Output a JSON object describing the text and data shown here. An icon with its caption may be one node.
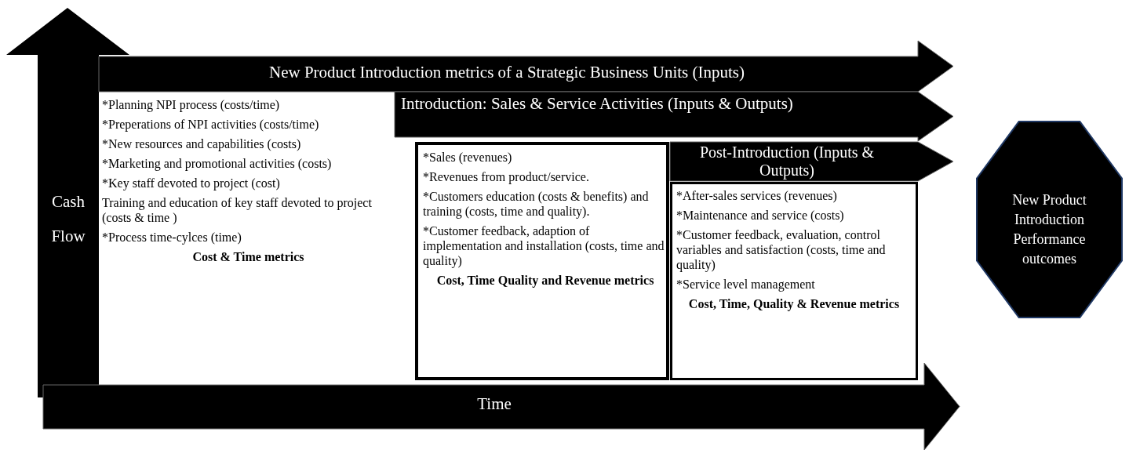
{
  "diagram": {
    "nodes": [
      {
        "text": [
          "Cash Flow"
        ]
      },
      {
        "text": [
          "Time"
        ]
      },
      {
        "text": [
          "New Product Introduction metrics of a Strategic Business Units (Inputs)"
        ]
      },
      {
        "text": [
          "*Planning NPI process (costs/time)",
          "*Preperations of NPI activities (costs/time)",
          "*New resources and capabilities (costs)",
          "*Marketing and promotional activities (costs)",
          "*Key staff devoted to project (cost)",
          "Training and education of key staff devoted to project (costs & time )",
          "*Process time-cylces (time)",
          "Cost & Time metrics"
        ]
      },
      {
        "text": [
          "Introduction: Sales & Service Activities (Inputs & Outputs)"
        ]
      },
      {
        "text": [
          "*Sales (revenues)",
          "*Revenues from product/service.",
          "*Customers education (costs & benefits) and training (costs, time and quality).",
          "*Customer feedback, adaption of implementation and installation (costs, time and quality)",
          "Cost, Time Quality and Revenue metrics"
        ]
      },
      {
        "text": [
          "Post-Introduction (Inputs & Outputs)"
        ]
      },
      {
        "text": [
          "*After-sales services (revenues)",
          "*Maintenance and service (costs)",
          "*Customer feedback, evaluation, control variables and satisfaction (costs, time and quality)",
          "*Service level management",
          "Cost, Time, Quality & Revenue metrics"
        ]
      },
      {
        "text": [
          "New Product Introduction Performance outcomes"
        ]
      }
    ],
    "edges": []
  }
}
